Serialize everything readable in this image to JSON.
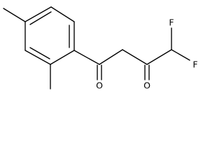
{
  "molecule": {
    "atoms": {
      "o1": "O",
      "o2": "O",
      "f1": "F",
      "f2": "F"
    }
  }
}
